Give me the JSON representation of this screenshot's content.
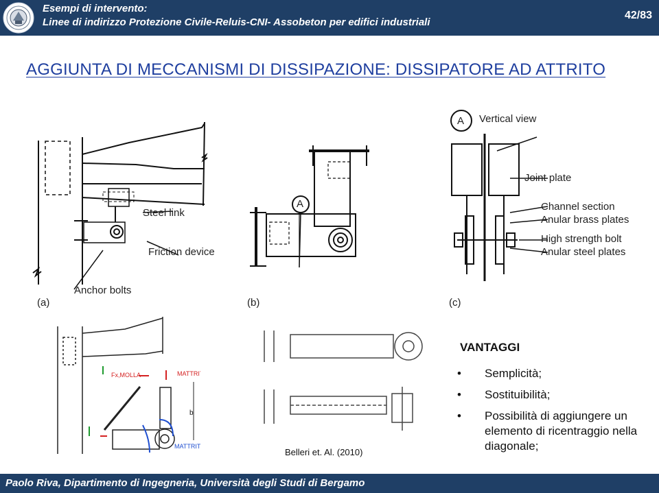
{
  "header": {
    "line1": "Esempi di intervento:",
    "line2": "Linee di indirizzo Protezione Civile-Reluis-CNI- Assobeton per ediﬁci industriali",
    "page": "42/83"
  },
  "title": "AGGIUNTA DI MECCANISMI DI DISSIPAZIONE: DISSIPATORE AD ATTRITO",
  "figure_top": {
    "labels": {
      "steel_link": "Steel link",
      "friction_device": "Friction device",
      "anchor_bolts": "Anchor bolts",
      "a_marker": "A",
      "vertical_view": "Vertical view",
      "joint_plate": "Joint plate",
      "channel_section": "Channel section",
      "anular_brass": "Anular brass plates",
      "high_strength_bolt": "High strength bolt",
      "anular_steel": "Anular steel plates"
    },
    "captions": [
      "(a)",
      "(b)",
      "(c)"
    ]
  },
  "figure_bottom": {
    "labels": {
      "f_molla": "Fx,MOLLA",
      "m_attrito_b": "MATTRITO/b",
      "b": "b",
      "m_attrito": "MATTRITO"
    },
    "citation": "Belleri et. Al. (2010)"
  },
  "advantages": {
    "title": "VANTAGGI",
    "items": [
      "Semplicità;",
      "Sostituibilità;",
      "Possibilità di aggiungere un elemento di ricentraggio nella diagonale;"
    ]
  },
  "footer": {
    "text": "Paolo Riva, Dipartimento di Ingegneria, Università degli Studi di Bergamo"
  },
  "colors": {
    "header_bg": "#1f3f66",
    "title": "#1f3f9f",
    "arrow_red": "#d42020",
    "arrow_green": "#1e9a2e",
    "arrow_blue": "#1f4fd0"
  }
}
